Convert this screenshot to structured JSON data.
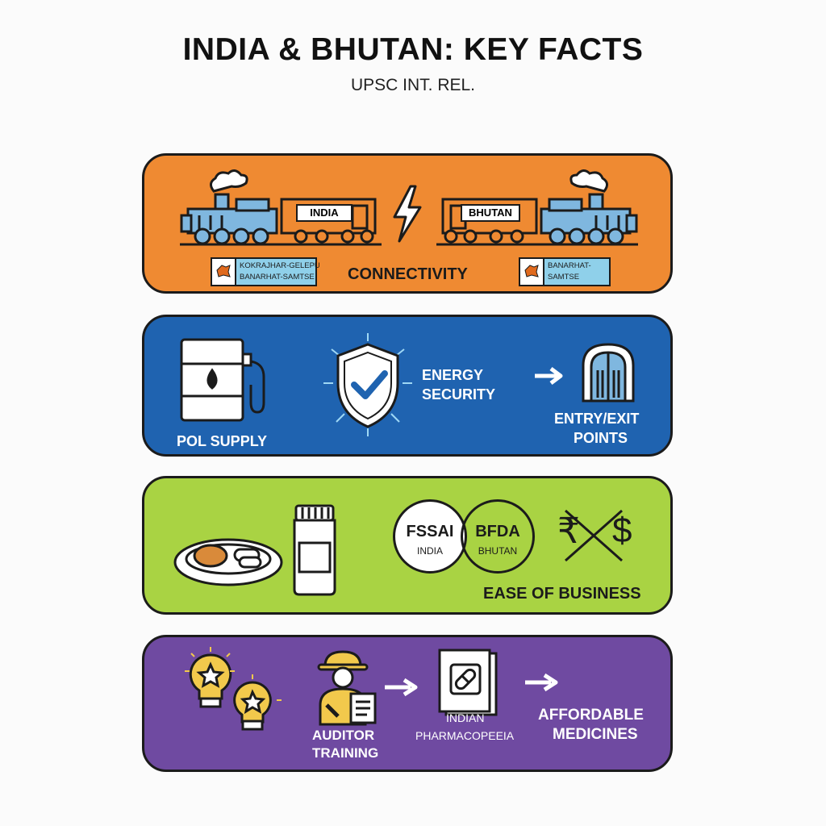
{
  "header": {
    "title": "INDIA & BHUTAN: KEY FACTS",
    "subtitle": "UPSC INT. REL."
  },
  "panels": {
    "connectivity": {
      "label": "CONNECTIVITY",
      "train_left_tag": "INDIA",
      "train_right_tag": "BHUTAN",
      "station_left_line1": "KOKRAJHAR-GELEPU",
      "station_left_line2": "BANARHAT-SAMTSE",
      "station_right_line1": "BANARHAT-",
      "station_right_line2": "SAMTSE",
      "color": "#ef8a32"
    },
    "energy": {
      "pol_label": "POL SUPPLY",
      "energy_line1": "ENERGY",
      "energy_line2": "SECURITY",
      "entry_line1": "ENTRY/EXIT",
      "entry_line2": "POINTS",
      "color": "#1f63b0"
    },
    "business": {
      "fssai_big": "FSSAI",
      "fssai_small": "INDIA",
      "bfda_big": "BFDA",
      "bfda_small": "BHUTAN",
      "currency_left": "₹",
      "currency_right": "$",
      "label": "EASE OF BUSINESS",
      "color": "#a9d343"
    },
    "medicines": {
      "auditor_line1": "AUDITOR",
      "auditor_line2": "TRAINING",
      "pharma_line1": "INDIAN",
      "pharma_line2": "PHARMACOPEEIA",
      "afford_line1": "AFFORDABLE",
      "afford_line2": "MEDICINES",
      "color": "#6f4aa1"
    }
  }
}
